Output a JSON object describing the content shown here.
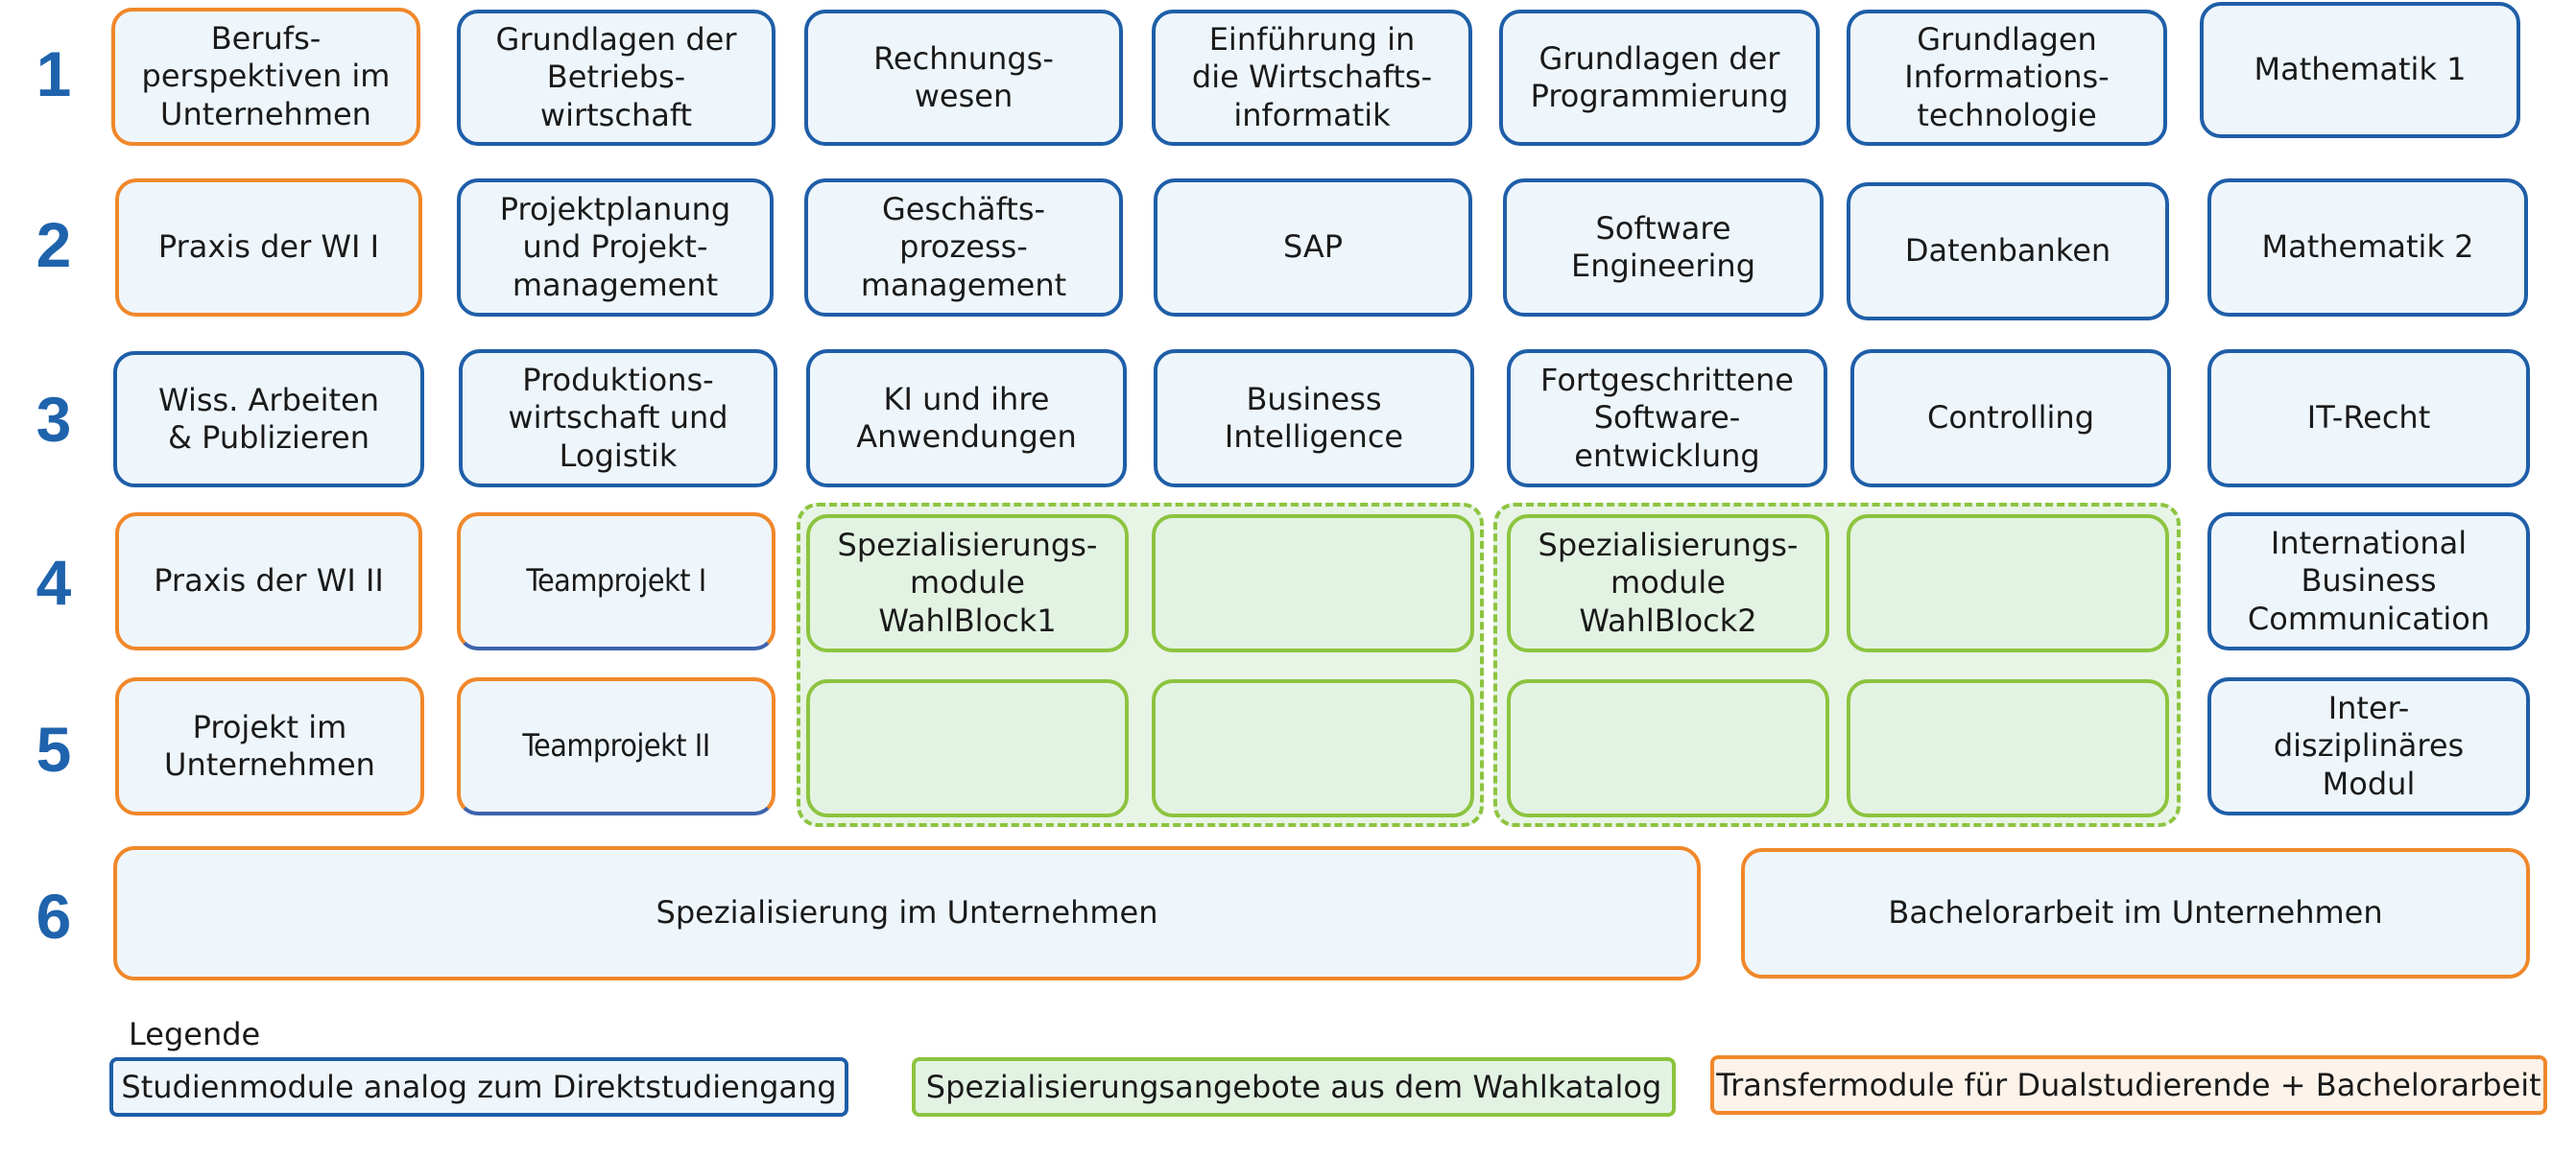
{
  "semesters": [
    "1",
    "2",
    "3",
    "4",
    "5",
    "6"
  ],
  "modules": {
    "s1": [
      "Berufs-\nperspektiven im\nUnternehmen",
      "Grundlagen der\nBetriebs-\nwirtschaft",
      "Rechnungs-\nwesen",
      "Einführung in\ndie Wirtschafts-\ninformatik",
      "Grundlagen der\nProgrammierung",
      "Grundlagen\nInformations-\ntechnologie",
      "Mathematik 1"
    ],
    "s2": [
      "Praxis der WI I",
      "Projektplanung\nund Projekt-\nmanagement",
      "Geschäfts-\nprozess-\nmanagement",
      "SAP",
      "Software\nEngineering",
      "Datenbanken",
      "Mathematik 2"
    ],
    "s3": [
      "Wiss. Arbeiten\n& Publizieren",
      "Produktions-\nwirtschaft und\nLogistik",
      "KI und ihre\nAnwendungen",
      "Business\nIntelligence",
      "Fortgeschrittene\nSoftware-\nentwicklung",
      "Controlling",
      "IT-Recht"
    ],
    "s4": [
      "Praxis der WI II",
      "Teamprojekt I",
      "International\nBusiness\nCommunication"
    ],
    "s5": [
      "Projekt im\nUnternehmen",
      "Teamprojekt II",
      "Inter-\ndisziplinäres\nModul"
    ],
    "s6": [
      "Spezialisierung im Unternehmen",
      "Bachelorarbeit im Unternehmen"
    ]
  },
  "wahlblocks": [
    "Spezialisierungs-\nmodule\nWahlBlock1",
    "Spezialisierungs-\nmodule\nWahlBlock2"
  ],
  "legend": {
    "title": "Legende",
    "items": [
      "Studienmodule analog zum Direktstudiengang",
      "Spezialisierungsangebote aus dem Wahlkatalog",
      "Transfermodule für Dualstudierende + Bachelorarbeit"
    ]
  },
  "colors": {
    "blue": "#1f5ea8",
    "green": "#8cc43f",
    "orange": "#f0882a",
    "semester_number": "#1f63ad"
  }
}
